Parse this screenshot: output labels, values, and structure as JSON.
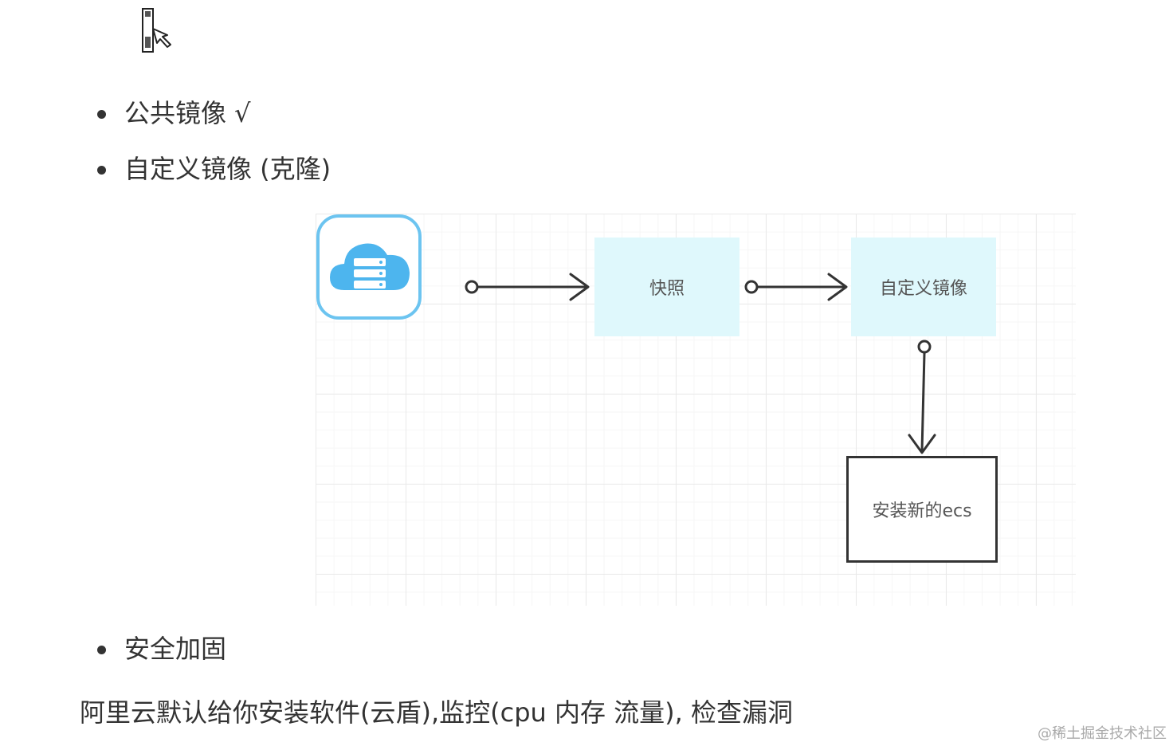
{
  "bullets_top": [
    {
      "label": "公共镜像 √"
    },
    {
      "label": "自定义镜像 (克隆)"
    }
  ],
  "diagram": {
    "snapshot_label": "快照",
    "custom_image_label": "自定义镜像",
    "new_ecs_label": "安装新的ecs",
    "cloud_icon": "cloud-server-icon",
    "colors": {
      "box_fill": "#dff8fc",
      "cloud_fill": "#4db5ee",
      "cloud_border": "#6cc4f0",
      "line": "#333333"
    }
  },
  "bullets_bottom": [
    {
      "label": "安全加固"
    }
  ],
  "body_text": "阿里云默认给你安装软件(云盾),监控(cpu 内存 流量), 检查漏洞",
  "watermark": "@稀土掘金技术社区",
  "icons": {
    "cursor": "mouse-cursor-icon",
    "bullet": "bullet-dot-icon"
  }
}
